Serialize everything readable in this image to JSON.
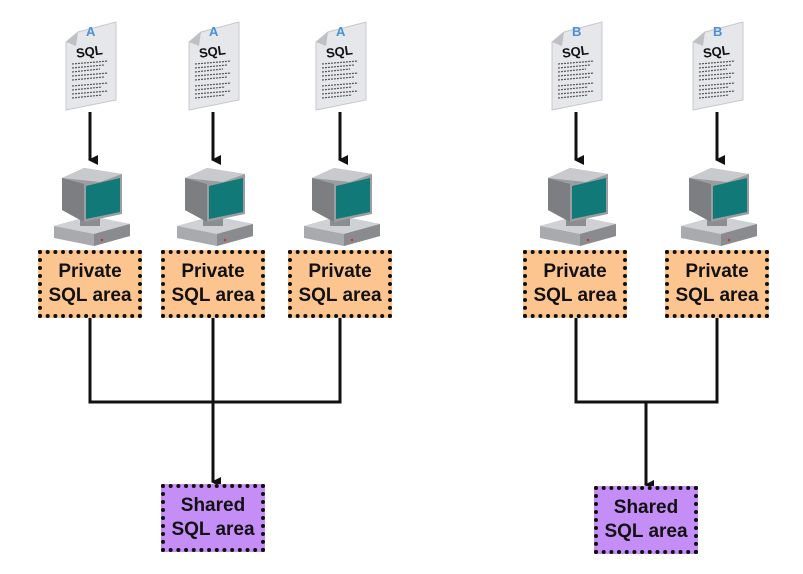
{
  "colors": {
    "private_fill": "#fcc48e",
    "shared_fill": "#c48ef6",
    "screen": "#117a78",
    "doc_badge": "#4a90d9"
  },
  "left_group": {
    "documents": [
      {
        "badge": "A",
        "label": "SQL"
      },
      {
        "badge": "A",
        "label": "SQL"
      },
      {
        "badge": "A",
        "label": "SQL"
      }
    ],
    "private_areas": [
      {
        "line1": "Private",
        "line2": "SQL area"
      },
      {
        "line1": "Private",
        "line2": "SQL area"
      },
      {
        "line1": "Private",
        "line2": "SQL area"
      }
    ],
    "shared_area": {
      "line1": "Shared",
      "line2": "SQL area"
    }
  },
  "right_group": {
    "documents": [
      {
        "badge": "B",
        "label": "SQL"
      },
      {
        "badge": "B",
        "label": "SQL"
      }
    ],
    "private_areas": [
      {
        "line1": "Private",
        "line2": "SQL area"
      },
      {
        "line1": "Private",
        "line2": "SQL area"
      }
    ],
    "shared_area": {
      "line1": "Shared",
      "line2": "SQL area"
    }
  }
}
